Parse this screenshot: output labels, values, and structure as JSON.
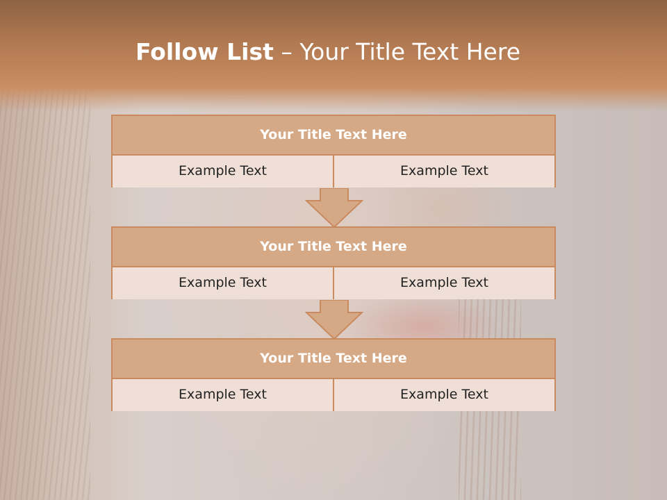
{
  "slide": {
    "title_strong": "Follow List",
    "title_separator": " – ",
    "title_rest": "Your Title Text Here"
  },
  "blocks": [
    {
      "title": "Your Title Text Here",
      "left_text": "Example Text",
      "right_text": "Example Text"
    },
    {
      "title": "Your Title Text Here",
      "left_text": "Example Text",
      "right_text": "Example Text"
    },
    {
      "title": "Your Title Text Here",
      "left_text": "Example Text",
      "right_text": "Example Text"
    }
  ],
  "colors": {
    "header_band": "#b27a52",
    "block_border": "#c88a5e",
    "block_title_fill": "#d6a986",
    "cell_fill": "#efdfd6",
    "arrow_fill": "#d6a986"
  },
  "icons": {
    "flow_arrow": "down-arrow-icon"
  }
}
